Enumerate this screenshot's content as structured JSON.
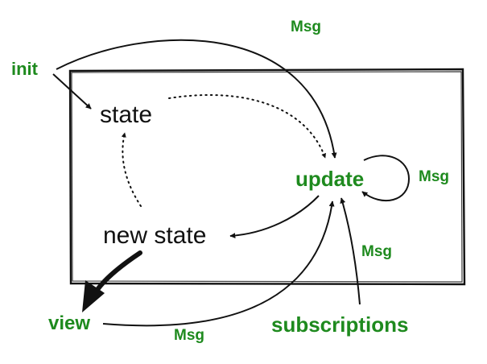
{
  "nodes": {
    "init": "init",
    "state": "state",
    "update": "update",
    "new_state": "new state",
    "view": "view",
    "subscriptions": "subscriptions"
  },
  "edge_labels": {
    "init_to_update": "Msg",
    "update_self": "Msg",
    "subscriptions_to_update": "Msg",
    "view_to_update": "Msg"
  },
  "colors": {
    "accent": "#1e8a1e",
    "text": "#111111",
    "lines": "#111111"
  }
}
